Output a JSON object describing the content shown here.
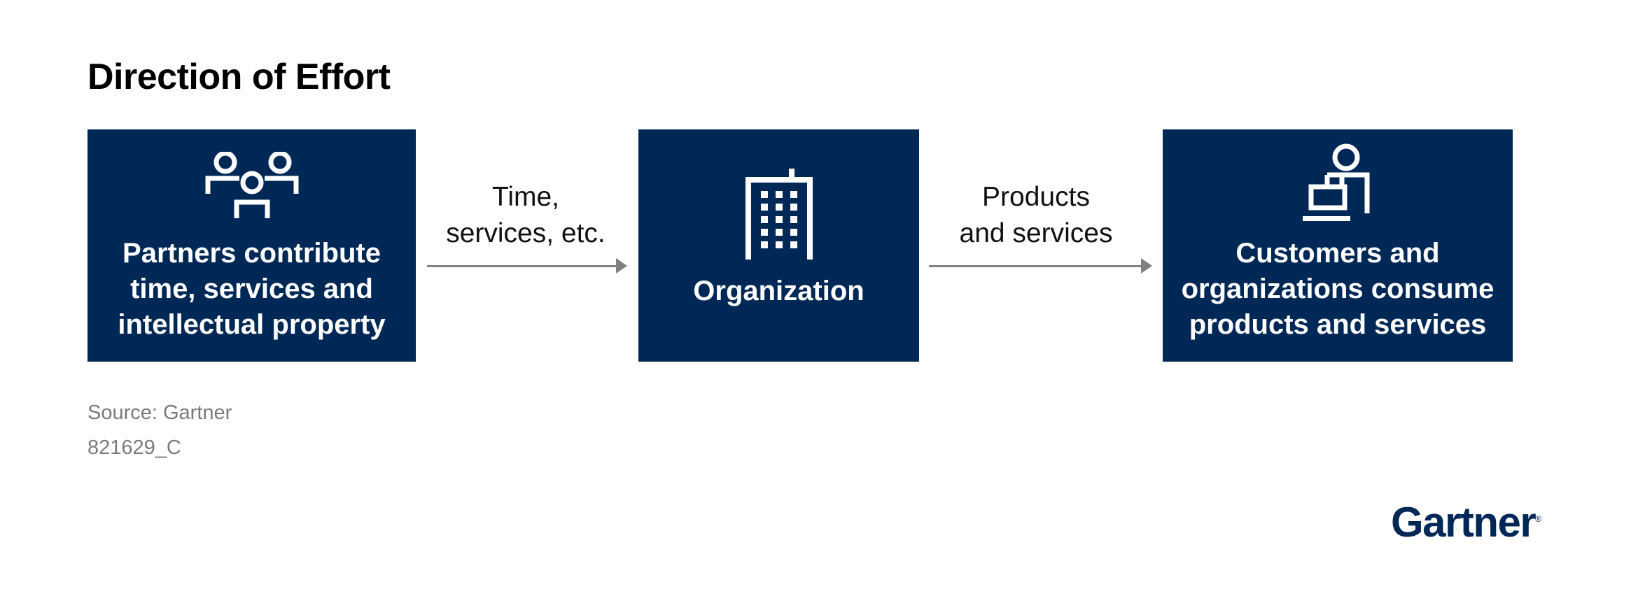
{
  "title": "Direction of Effort",
  "nodes": [
    {
      "icon": "people-group-icon",
      "lines": [
        "Partners contribute",
        "time, services and",
        "intellectual property"
      ]
    },
    {
      "icon": "building-icon",
      "lines": [
        "Organization"
      ]
    },
    {
      "icon": "customer-laptop-icon",
      "lines": [
        "Customers and",
        "organizations consume",
        "products and services"
      ]
    }
  ],
  "edges": [
    {
      "from": 0,
      "to": 1,
      "lines": [
        "Time,",
        "services, etc."
      ]
    },
    {
      "from": 1,
      "to": 2,
      "lines": [
        "Products",
        "and services"
      ]
    }
  ],
  "footer": {
    "source": "Source: Gartner",
    "id": "821629_C"
  },
  "logo": {
    "text": "Gartner",
    "mark": "®"
  },
  "colors": {
    "box_fill": "#002856",
    "arrow": "#808080",
    "footer_text": "#7a7a7a"
  }
}
